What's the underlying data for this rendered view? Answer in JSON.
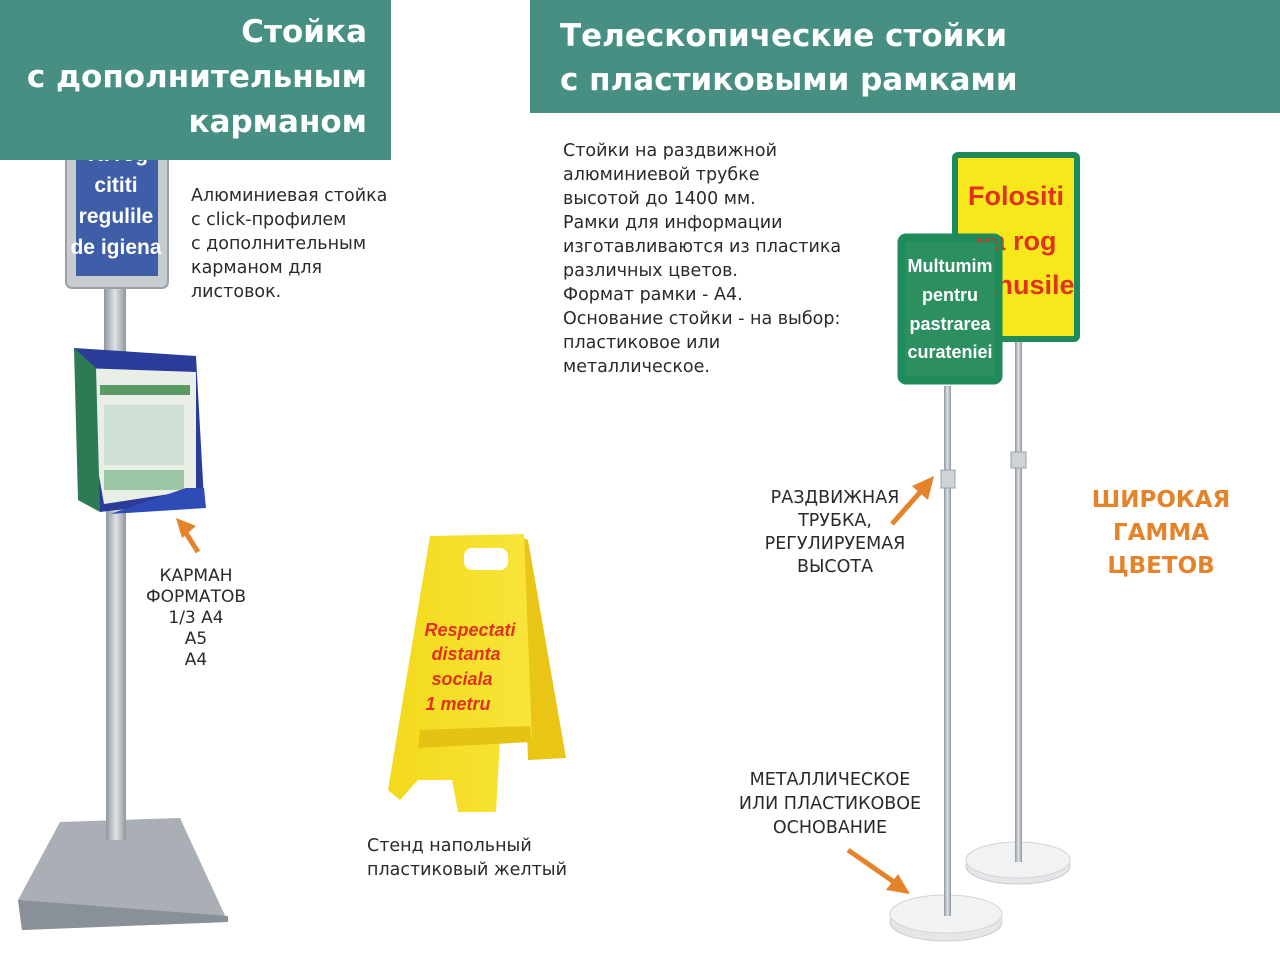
{
  "left_banner": {
    "lines": [
      "Стойка",
      "с дополнительным",
      "карманом"
    ]
  },
  "right_banner": {
    "lines": [
      "Телескопические стойки",
      "с пластиковыми рамками"
    ]
  },
  "left_description": {
    "lines": [
      "Алюминиевая стойка",
      "с click-профилем",
      "с дополнительным",
      "карманом для",
      "листовок."
    ]
  },
  "right_description": {
    "lines": [
      "Стойки на раздвижной",
      "алюминиевой трубке",
      "высотой до 1400 мм.",
      "Рамки для информации",
      "изготавливаются из пластика",
      "различных цветов.",
      "Формат рамки -  А4.",
      "Основание стойки - на выбор:",
      "пластиковое или",
      "металлическое."
    ]
  },
  "pocket_caption": {
    "lines": [
      "КАРМАН",
      "ФОРМАТОВ",
      "1/3 А4",
      "А5",
      "А4"
    ]
  },
  "tube_caption": {
    "lines": [
      "РАЗДВИЖНАЯ",
      "ТРУБКА,",
      "РЕГУЛИРУЕМАЯ",
      "ВЫСОТА"
    ]
  },
  "base_caption": {
    "lines": [
      "МЕТАЛЛИЧЕСКОЕ",
      "ИЛИ ПЛАСТИКОВОЕ",
      "ОСНОВАНИЕ"
    ]
  },
  "colors_caption": {
    "lines": [
      "ШИРОКАЯ",
      "ГАММА",
      "ЦВЕТОВ"
    ]
  },
  "floor_stand_caption": {
    "lines": [
      "Стенд напольный",
      "пластиковый желтый"
    ]
  },
  "blue_sign": {
    "lines": [
      "Va rog",
      "cititi",
      "regulile",
      "de igiena"
    ]
  },
  "yellow_floor_sign": {
    "lines": [
      "Respectati",
      "distanta",
      "sociala",
      "1 metru"
    ]
  },
  "yellow_frame_sign": {
    "lines": [
      "Folositi",
      "va rog",
      "manusile"
    ]
  },
  "green_frame_sign": {
    "lines": [
      "Multumim",
      "pentru",
      "pastrarea",
      "curateniei"
    ]
  },
  "colors": {
    "banner": "#468f82",
    "accent_orange": "#e5832a",
    "sign_blue": "#3f5ea8",
    "sign_yellow": "#f6e81a",
    "sign_green": "#1f8a5a",
    "sign_red": "#e0321e"
  }
}
